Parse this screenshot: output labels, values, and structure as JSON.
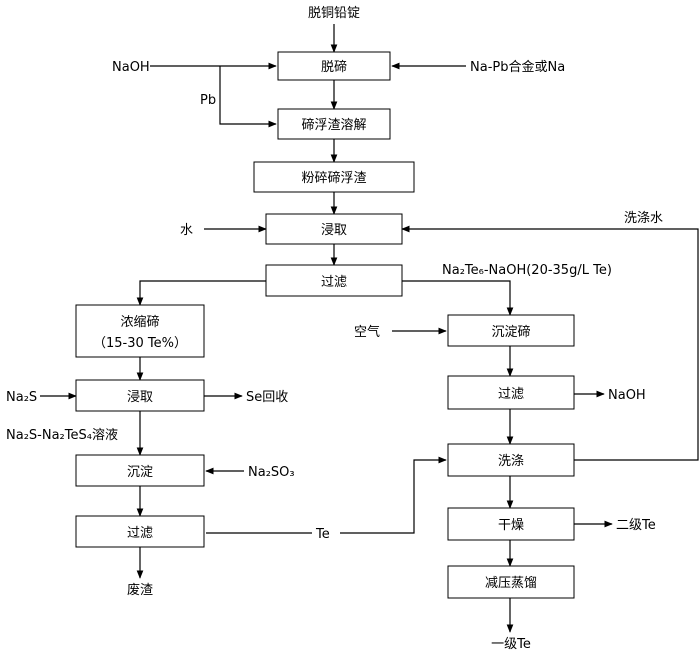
{
  "process_boxes": {
    "detellurize": "脱碲",
    "dissolve_scum": "碲浮渣溶解",
    "crush_scum": "粉碎碲浮渣",
    "leach_main": "浸取",
    "filter_main": "过滤",
    "concentrate_line1": "浓缩碲",
    "concentrate_line2": "（15-30 Te%）",
    "leach_left": "浸取",
    "precipitate_left": "沉淀",
    "filter_left": "过滤",
    "precipitate_te": "沉淀碲",
    "filter_right": "过滤",
    "wash": "洗涤",
    "dry": "干燥",
    "vacuum_distill": "减压蒸馏"
  },
  "stream_labels": {
    "feed_top": "脱铜铅锭",
    "naoh_in": "NaOH",
    "na_pb_alloy": "Na-Pb合金或Na",
    "pb": "Pb",
    "water": "水",
    "wash_water": "洗涤水",
    "na2te6_solution": "Na₂Te₆-NaOH(20-35g/L Te)",
    "air": "空气",
    "na2s": "Na₂S",
    "se_recovery": "Se回收",
    "na2s_solution": "Na₂S-Na₂TeS₄溶液",
    "na2so3": "Na₂SO₃",
    "waste_residue": "废渣",
    "te": "Te",
    "naoh_out": "NaOH",
    "grade2_te": "二级Te",
    "grade1_te": "一级Te"
  }
}
